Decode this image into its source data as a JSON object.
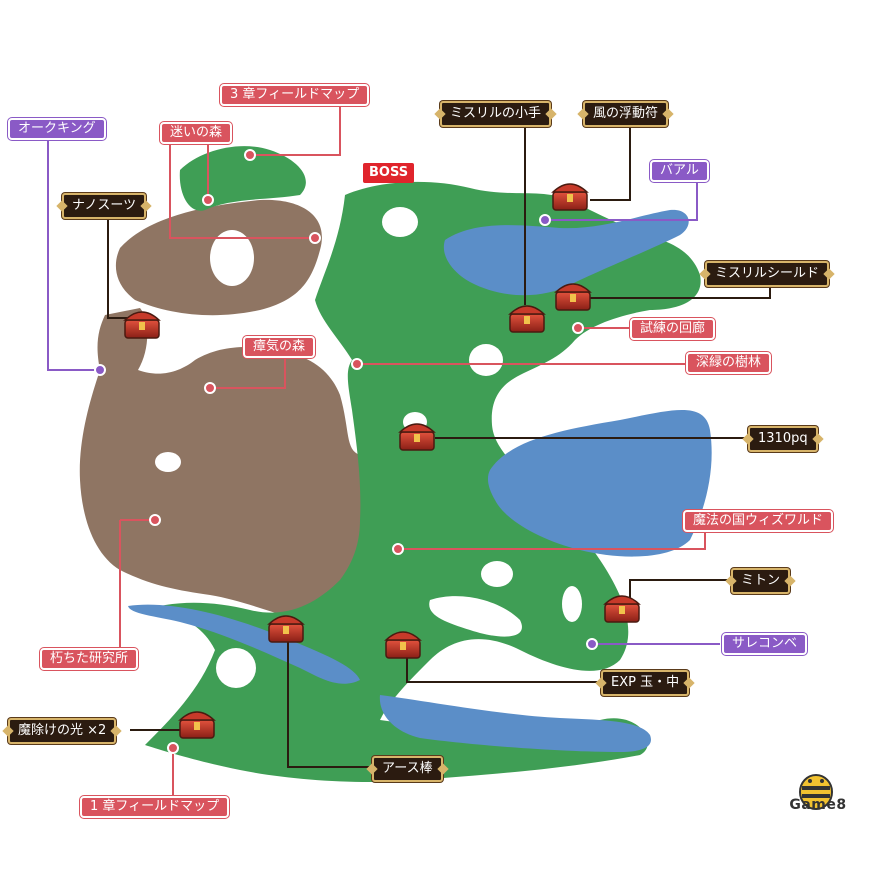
{
  "boss_label": "BOSS",
  "labels": {
    "field_map_3": "3 章フィールドマップ",
    "mayoi_forest": "迷いの森",
    "orc_king": "オークキング",
    "nano_suit": "ナノスーツ",
    "mithril_dagger": "ミスリルの小手",
    "wind_amulet": "風の浮動符",
    "baal": "バアル",
    "mithril_shield": "ミスリルシールド",
    "trial_corridor": "試練の回廊",
    "miasma_forest": "瘴気の森",
    "deep_green_forest": "深緑の樹林",
    "pq_1310": "1310pq",
    "wizwald": "魔法の国ウィズワルド",
    "mitten": "ミトン",
    "sarekonbe": "サレコンベ",
    "exp_orb": "EXP 玉・中",
    "rotten_lab": "朽ちた研究所",
    "charm_light": "魔除けの光 ×2",
    "earth_rod": "アース棒",
    "field_map_1": "1 章フィールドマップ"
  },
  "colors": {
    "forest": "#3f9e55",
    "rock": "#8f7563",
    "water": "#5b8ec8",
    "area_label": "#d9545e",
    "enemy_label": "#8a5ac6",
    "item_label": "#2b1b10",
    "item_border": "#d7b46a"
  },
  "icons": {
    "treasure": "treasure-chest-icon",
    "logo": "game8-bee-logo"
  },
  "logo_text": "Game8"
}
